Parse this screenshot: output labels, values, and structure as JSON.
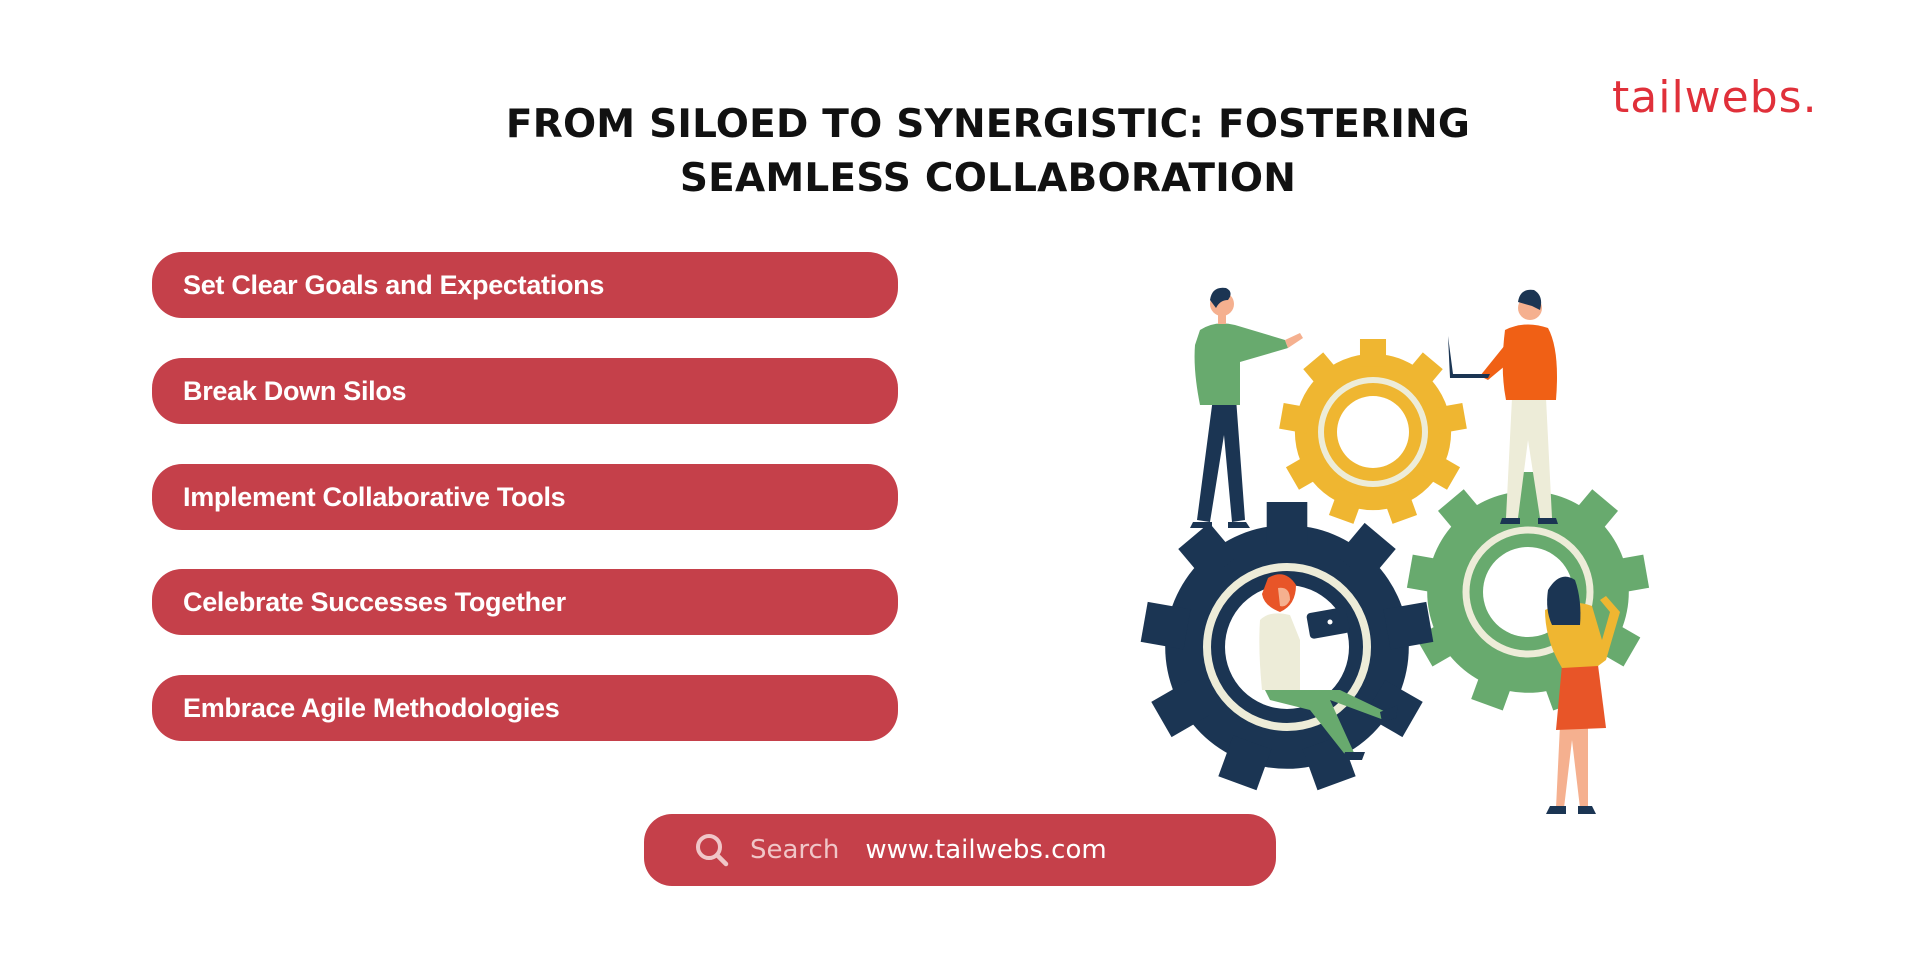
{
  "header": {
    "title_lines": [
      "FROM SILOED TO SYNERGISTIC: FOSTERING",
      "SEAMLESS COLLABORATION"
    ],
    "logo": "tailwebs."
  },
  "items": [
    {
      "label": "Set Clear Goals and Expectations"
    },
    {
      "label": "Break Down Silos"
    },
    {
      "label": "Implement Collaborative Tools"
    },
    {
      "label": "Celebrate Successes Together"
    },
    {
      "label": "Embrace Agile Methodologies"
    }
  ],
  "search": {
    "icon": "search-icon",
    "placeholder": "Search",
    "value": "www.tailwebs.com"
  },
  "illustration": {
    "description": "people collaborating around gears",
    "colors": {
      "navy_gear": "#1B3553",
      "green_gear": "#68AA6E",
      "yellow_gear": "#EFB631",
      "ring": "#EDECD8"
    }
  },
  "colors": {
    "accent": "#C5404A",
    "logo": "#E0303A",
    "title": "#111111",
    "background": "#FFFFFF"
  }
}
